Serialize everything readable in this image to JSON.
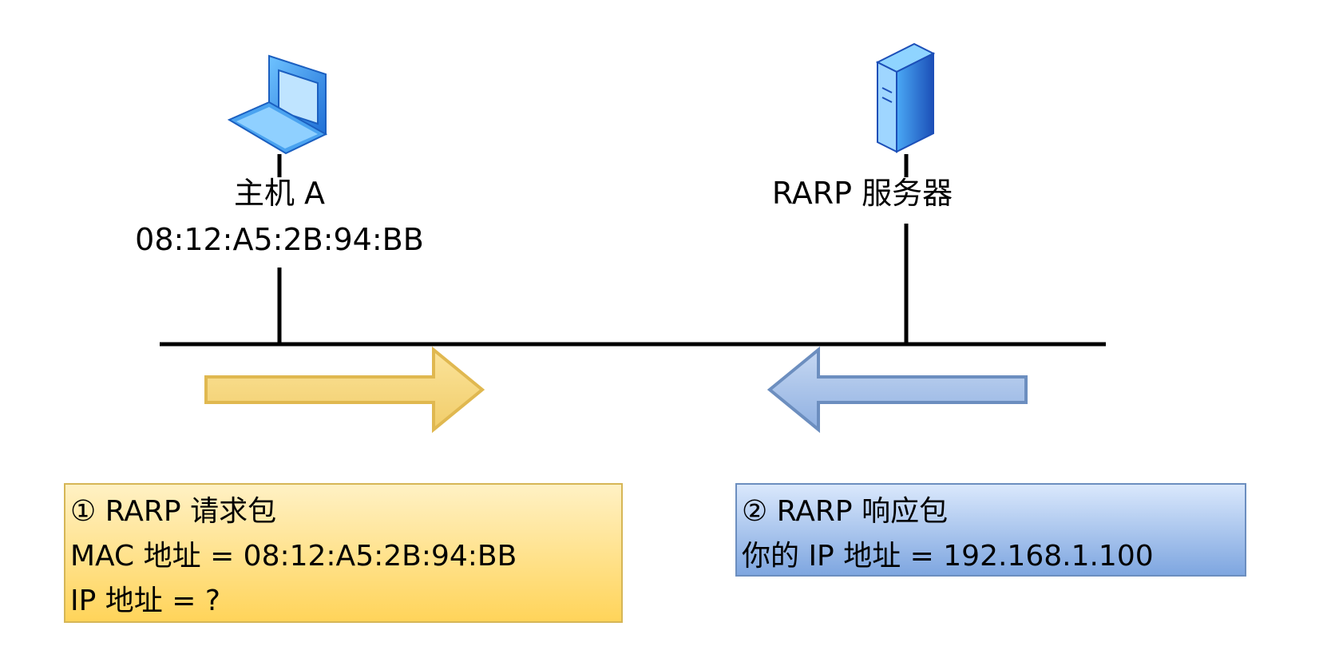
{
  "host": {
    "name": "主机 A",
    "mac": "08:12:A5:2B:94:BB",
    "icon": "laptop-icon"
  },
  "server": {
    "name": "RARP 服务器",
    "icon": "server-icon"
  },
  "request": {
    "title": "① RARP 请求包",
    "line1": "MAC 地址 = 08:12:A5:2B:94:BB",
    "line2": "IP 地址 = ?",
    "color": "#ffd45a",
    "arrow_color": "#f4d47a"
  },
  "response": {
    "title": "②  RARP 响应包",
    "line1": "你的 IP 地址 = 192.168.1.100",
    "color": "#7ea6e0",
    "arrow_color": "#a7c0e6"
  }
}
